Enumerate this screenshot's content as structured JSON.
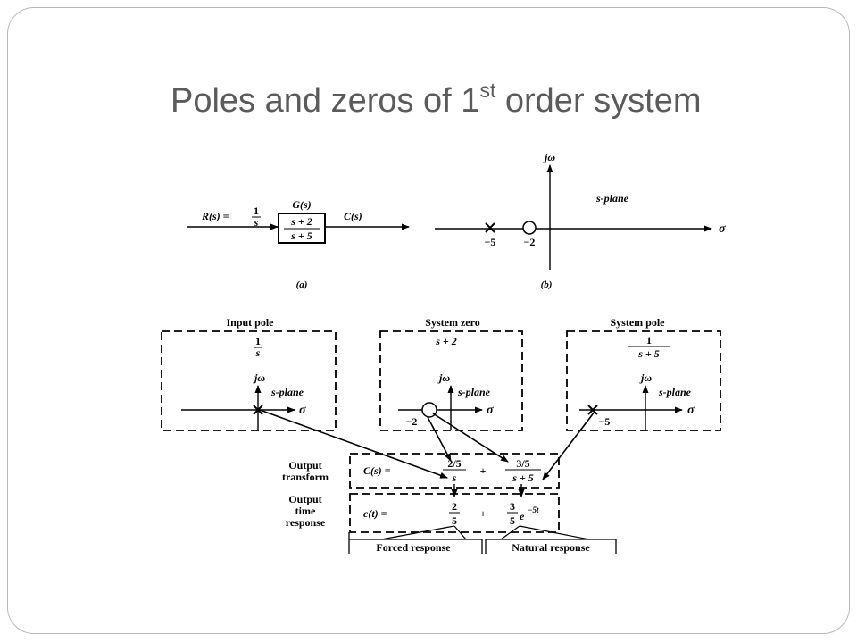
{
  "slide": {
    "title_main": "Poles and zeros of 1",
    "title_sup": "st",
    "title_rest": " order system"
  },
  "block": {
    "input_label": "R(s) = ",
    "input_num": "1",
    "input_den": "s",
    "tf_name": "G(s)",
    "tf_num": "s + 2",
    "tf_den": "s + 5",
    "output_label": "C(s)",
    "caption": "(a)"
  },
  "splane": {
    "jw": "jω",
    "name": "s-plane",
    "sigma": "σ",
    "pole_tick": "−5",
    "zero_tick": "−2",
    "caption": "(b)"
  },
  "boxes": {
    "input_pole": {
      "heading": "Input pole",
      "num": "1",
      "den": "s",
      "jw": "jω",
      "plane": "s-plane",
      "sigma": "σ"
    },
    "system_zero": {
      "heading": "System zero",
      "expr": "s + 2",
      "jw": "jω",
      "plane": "s-plane",
      "sigma": "σ",
      "tick": "−2"
    },
    "system_pole": {
      "heading": "System pole",
      "num": "1",
      "den": "s + 5",
      "jw": "jω",
      "plane": "s-plane",
      "sigma": "σ",
      "tick": "−5"
    }
  },
  "equations": {
    "transform_label_1": "Output",
    "transform_label_2": "transform",
    "cs": "C(s) =",
    "t1_num": "2/5",
    "t1_den": "s",
    "plus": "+",
    "t2_num": "3/5",
    "t2_den": "s + 5",
    "time_label_1": "Output",
    "time_label_2": "time",
    "time_label_3": "response",
    "ct": "c(t) =",
    "r1_num": "2",
    "r1_den": "5",
    "r2_num": "3",
    "r2_den": "5",
    "r2_exp": "e",
    "r2_pow": "−5t",
    "forced": "Forced response",
    "natural": "Natural response"
  }
}
